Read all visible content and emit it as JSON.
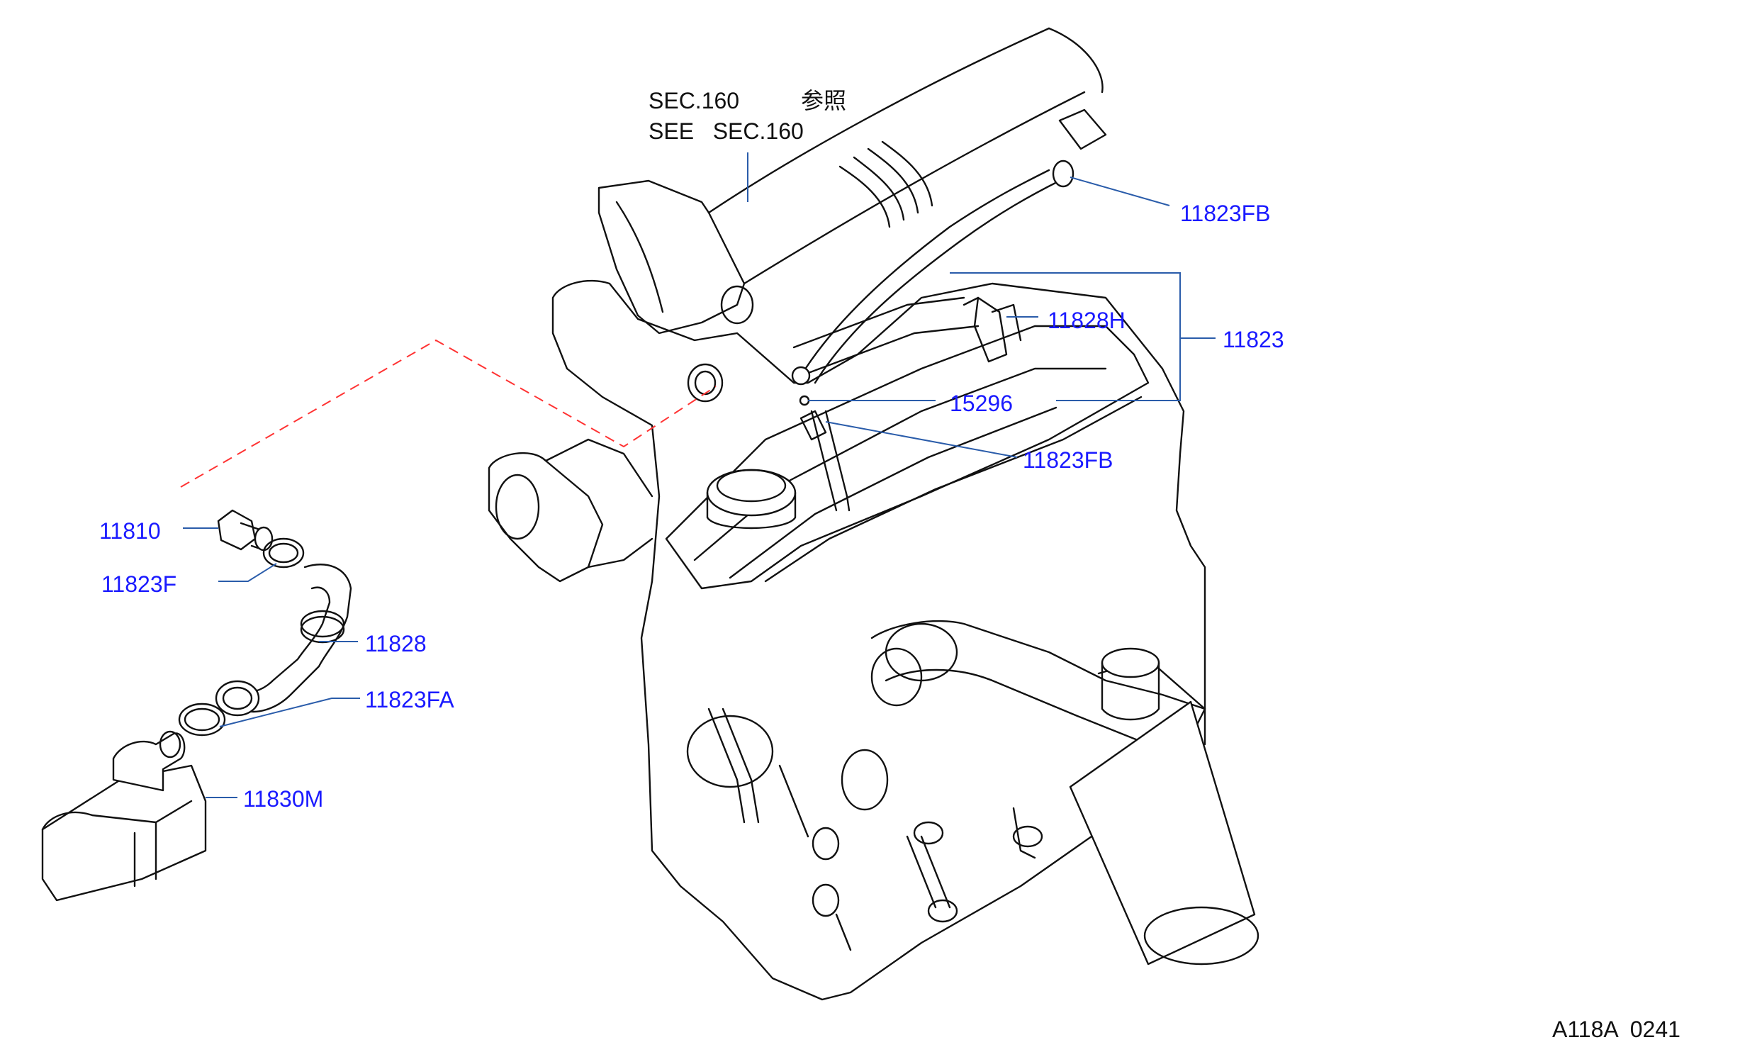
{
  "reference": {
    "line1": "SEC.160",
    "line1_jp": "参照",
    "line2": "SEE   SEC.160"
  },
  "parts": {
    "p11823FB_top": "11823FB",
    "p11828H": "11828H",
    "p11823": "11823",
    "p15296": "15296",
    "p11823FB_mid": "11823FB",
    "p11810": "11810",
    "p11823F": "11823F",
    "p11828": "11828",
    "p11823FA": "11823FA",
    "p11830M": "11830M"
  },
  "footer": {
    "code": "A118A  0241"
  },
  "colors": {
    "label": "#1a1aff",
    "leader": "#2a5caa",
    "line": "#111111",
    "dashed": "#ff3333"
  }
}
